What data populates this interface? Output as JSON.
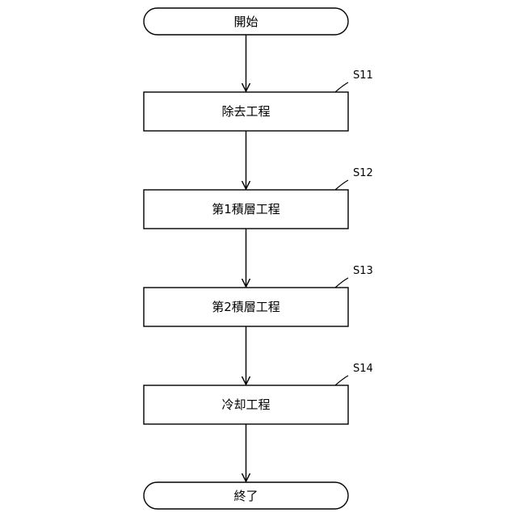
{
  "flowchart": {
    "start": {
      "label": "開始"
    },
    "steps": [
      {
        "id": "S11",
        "label": "除去工程"
      },
      {
        "id": "S12",
        "label": "第1積層工程"
      },
      {
        "id": "S13",
        "label": "第2積層工程"
      },
      {
        "id": "S14",
        "label": "冷却工程"
      }
    ],
    "end": {
      "label": "終了"
    }
  }
}
